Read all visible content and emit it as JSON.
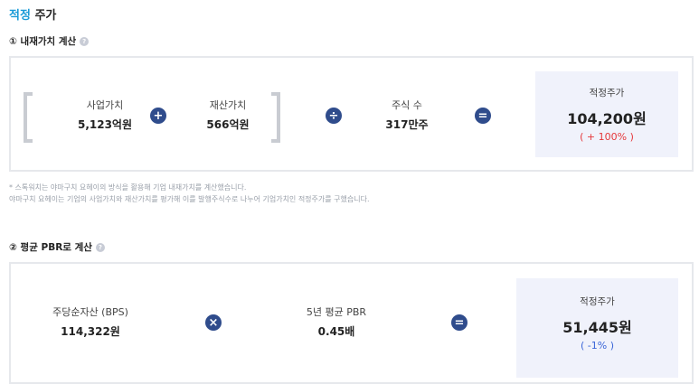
{
  "page_title": {
    "accent": "적정",
    "rest": "주가"
  },
  "section1": {
    "title": "① 내재가치 계산",
    "help_icon": "question-icon",
    "business_value": {
      "label": "사업가치",
      "value": "5,123억원"
    },
    "asset_value": {
      "label": "재산가치",
      "value": "566억원"
    },
    "shares": {
      "label": "주식 수",
      "value": "317만주"
    },
    "ops": {
      "plus": "+",
      "divide": "÷",
      "equals": "="
    },
    "result": {
      "label": "적정주가",
      "value": "104,200원",
      "change": "( + 100% )"
    }
  },
  "notes": [
    "* 스톡워치는 야마구치 요헤이의 방식을 활용해 기업 내재가치를 계산했습니다.",
    "야마구치 요헤이는 기업의 사업가치와 재산가치를 평가해 이를 발행주식수로 나누어 기업가치인 적정주가를 구했습니다."
  ],
  "section2": {
    "title": "② 평균 PBR로 계산",
    "help_icon": "question-icon",
    "bps": {
      "label": "주당순자산 (BPS)",
      "value": "114,322원"
    },
    "pbr": {
      "label": "5년 평균 PBR",
      "value": "0.45배"
    },
    "ops": {
      "times": "×",
      "equals": "="
    },
    "result": {
      "label": "적정주가",
      "value": "51,445원",
      "change": "( -1% )"
    }
  },
  "colors": {
    "accent": "#1a9bd7",
    "operator": "#2f4c8c",
    "positive": "#e5383b",
    "negative": "#3a66d8",
    "result_bg": "#f0f2fb"
  }
}
